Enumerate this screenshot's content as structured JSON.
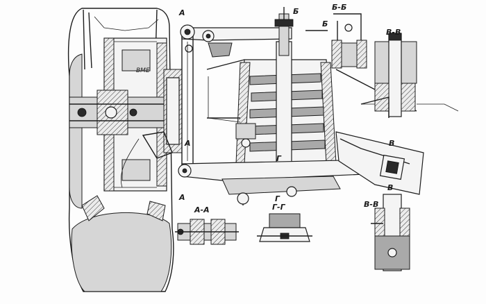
{
  "labels": {
    "a_top": "А",
    "a_mid": "А",
    "a_bottom": "А",
    "b_top": "Б",
    "b_right": "Б",
    "v_top": "В",
    "v_bottom": "В",
    "g_mark": "Г",
    "g_lower": "Г"
  },
  "sections": {
    "aa": "А-А",
    "bb": "Б-Б",
    "vv_top": "В-В",
    "vv_bottom": "В-В",
    "gg": "Г-Г"
  },
  "hub_text": "ВМЕ"
}
